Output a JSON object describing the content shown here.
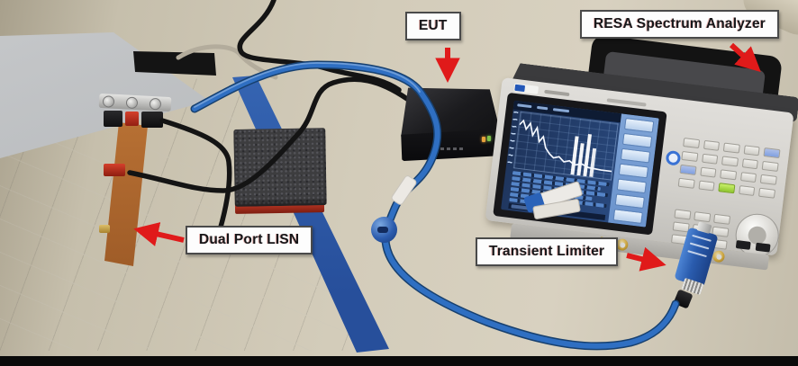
{
  "callouts": {
    "eut": {
      "label": "EUT",
      "arrow_direction": "down"
    },
    "spectrum_analyzer": {
      "label": "RESA Spectrum Analyzer",
      "arrow_direction": "down-right"
    },
    "lisn": {
      "label": "Dual Port LISN",
      "arrow_direction": "left"
    },
    "transient_limiter": {
      "label": "Transient Limiter",
      "arrow_direction": "right"
    }
  },
  "colors": {
    "callout-arrow": "#e01a1a",
    "coax-cable-blue": "#2f6fc2",
    "masking-tape-blue": "#2d5fae",
    "analyzer-screen-blue": "#24406e",
    "copper-strip": "#b06a30",
    "label-border": "#4a4a4a"
  }
}
